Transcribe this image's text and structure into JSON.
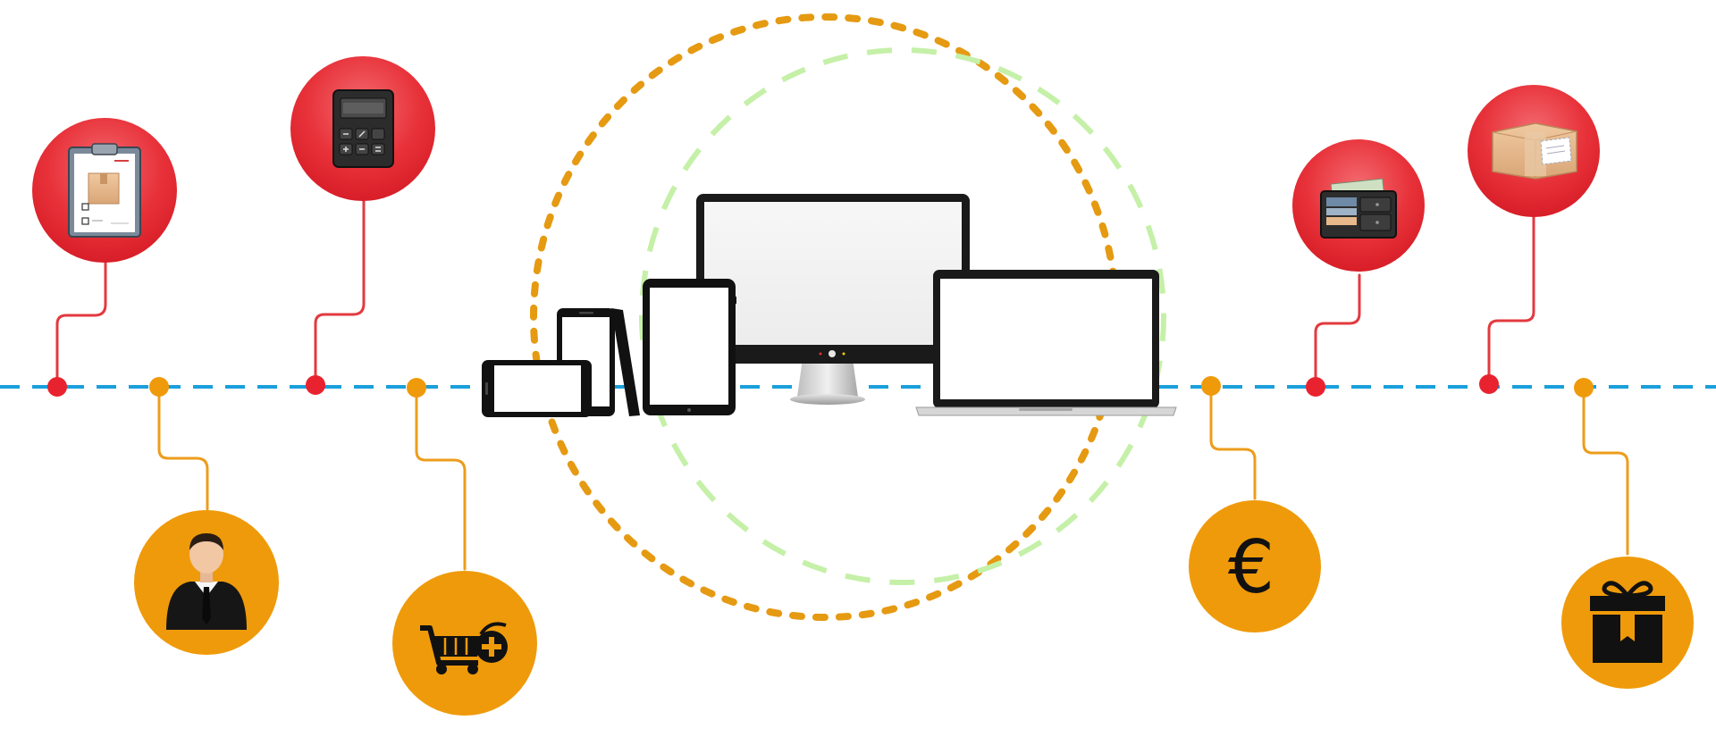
{
  "colors": {
    "red_node": "#e8232f",
    "red_node_light": "#f2545c",
    "orange_node": "#ef9a0a",
    "timeline_dash": "#1aa0dc",
    "outer_ring": "#e59a12",
    "inner_ring": "#c5f0a8",
    "red_line": "#e23a3f",
    "orange_line": "#ec9d1c"
  },
  "nodes": [
    {
      "id": "delivery-checklist",
      "color": "red",
      "icon": "clipboard-package-icon"
    },
    {
      "id": "customer",
      "color": "orange",
      "icon": "businessman-icon"
    },
    {
      "id": "calculator",
      "color": "red",
      "icon": "calculator-icon"
    },
    {
      "id": "add-to-cart",
      "color": "orange",
      "icon": "cart-add-icon"
    },
    {
      "id": "euro-payment",
      "color": "orange",
      "icon": "euro-icon",
      "glyph": "€"
    },
    {
      "id": "wallet",
      "color": "red",
      "icon": "wallet-icon"
    },
    {
      "id": "parcel",
      "color": "red",
      "icon": "parcel-icon"
    },
    {
      "id": "gift",
      "color": "orange",
      "icon": "gift-icon"
    }
  ],
  "center": {
    "devices": [
      "smartphone-landscape-icon",
      "smartphone-portrait-icon",
      "tablet-icon",
      "desktop-monitor-icon",
      "laptop-icon"
    ]
  }
}
